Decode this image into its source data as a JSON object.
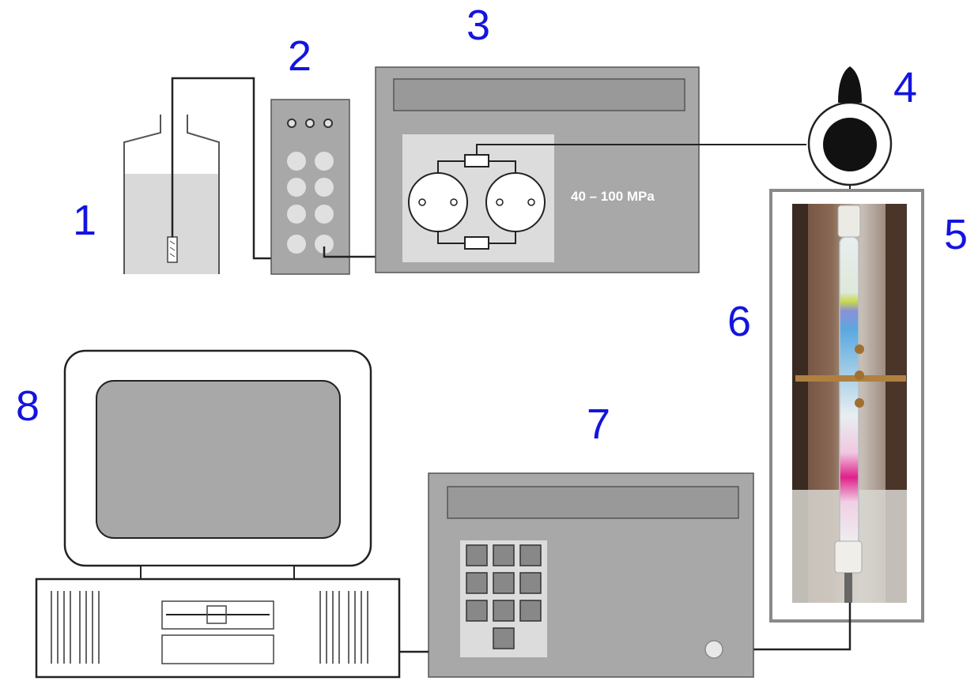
{
  "labels": {
    "reservoir": "1",
    "degasser": "2",
    "pump": "3",
    "injector": "4",
    "thermostat": "5",
    "column": "6",
    "detector": "7",
    "computer": "8"
  },
  "pump": {
    "pressure_text": "40 – 100 MPa"
  },
  "colors": {
    "label": "#1414e0",
    "device_fill": "#a8a8a8",
    "panel_fill": "#d8d8d8",
    "outline": "#222222",
    "column_band_yellow": "#c8d84a",
    "column_band_blue": "#5aa8e0",
    "column_band_magenta": "#e0208a"
  }
}
